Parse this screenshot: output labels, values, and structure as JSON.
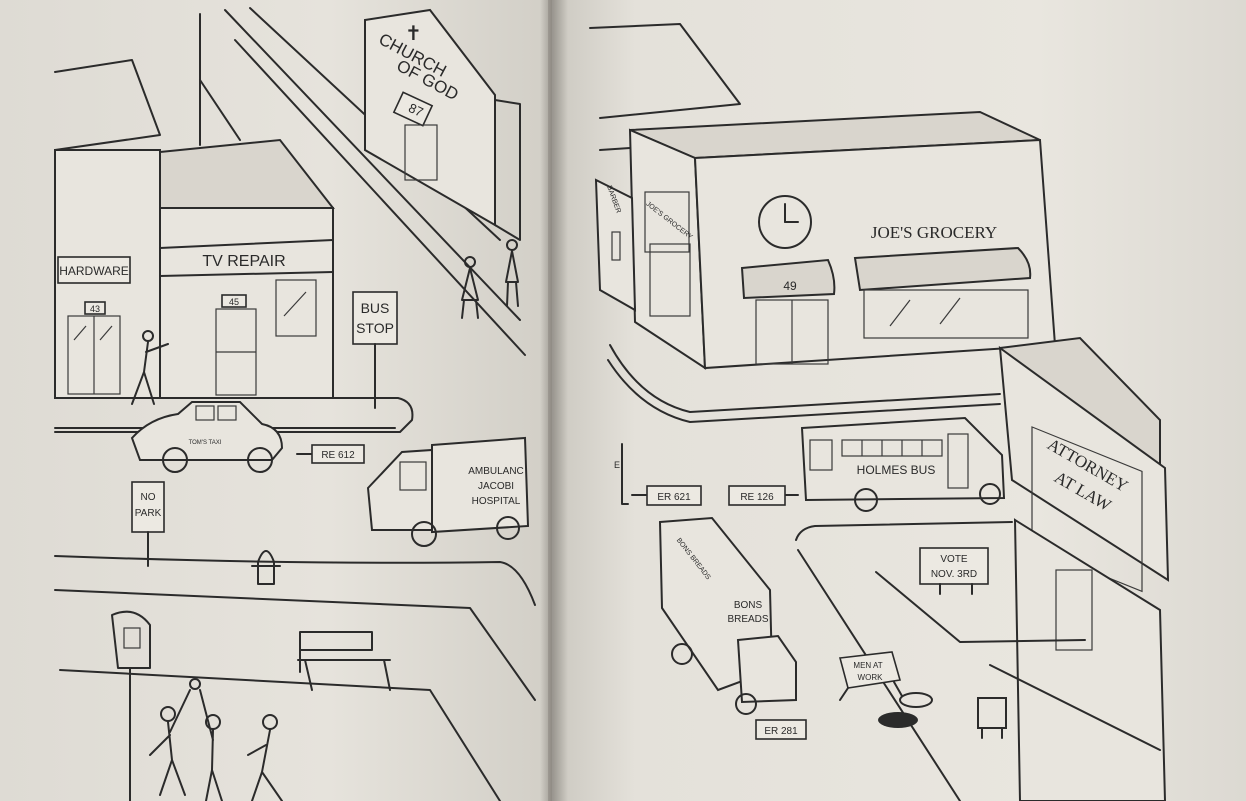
{
  "left_page": {
    "signs": {
      "hardware": "HARDWARE",
      "hardware_number": "43",
      "tv_repair": "TV REPAIR",
      "tv_repair_number": "45",
      "church_line1": "CHURCH",
      "church_line2": "OF GOD",
      "church_number": "87",
      "bus_stop_line1": "BUS",
      "bus_stop_line2": "STOP",
      "no_park_line1": "NO",
      "no_park_line2": "PARK",
      "taxi": "TOM'S TAXI",
      "ambulance_line1": "AMBULANC",
      "ambulance_line2": "JACOBI",
      "ambulance_line3": "HOSPITAL",
      "plate": "RE 612"
    }
  },
  "right_page": {
    "signs": {
      "joes_grocery": "JOE'S GROCERY",
      "side_grocery": "JOE'S GROCERY",
      "barber": "BARBER",
      "grocery_number": "49",
      "attorney_line1": "ATTORNEY",
      "attorney_line2": "AT LAW",
      "bus": "HOLMES BUS",
      "truck_line1": "BONS",
      "truck_line2": "BREADS",
      "truck_top": "BONS BREADS",
      "vote_line1": "VOTE",
      "vote_line2": "NOV. 3RD",
      "men_line1": "MEN AT",
      "men_line2": "WORK",
      "plate_er621": "ER 621",
      "plate_re126": "RE 126",
      "plate_er281": "ER 281",
      "small_plate": "E"
    }
  }
}
